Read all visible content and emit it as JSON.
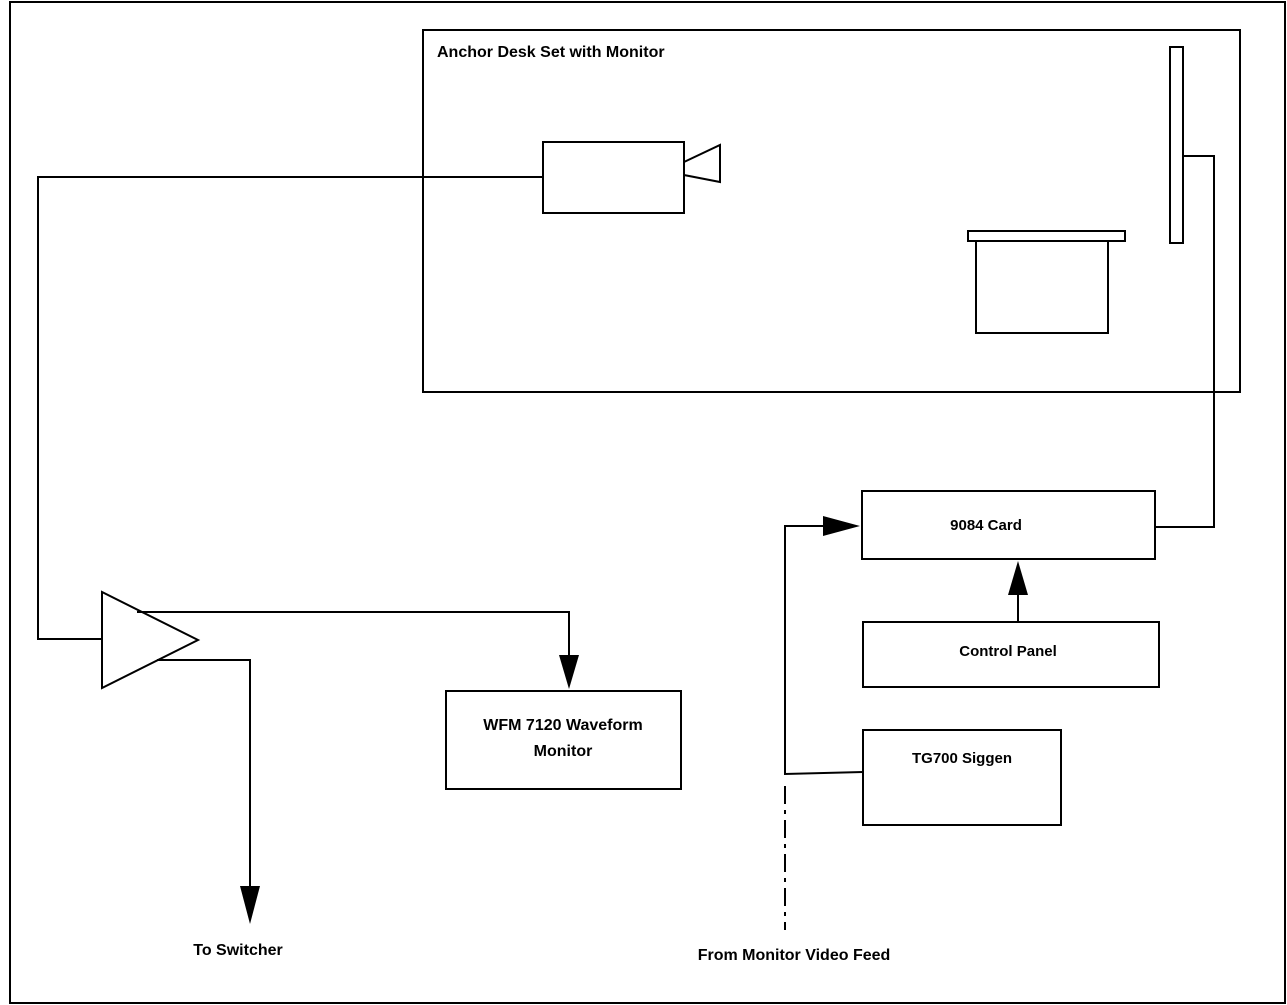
{
  "diagram": {
    "set_label": "Anchor Desk Set with Monitor",
    "card_label": "9084 Card",
    "control_panel_label": "Control Panel",
    "siggen_label": "TG700 Siggen",
    "waveform_label_line1": "WFM 7120 Waveform",
    "waveform_label_line2": "Monitor",
    "to_switcher_label": "To Switcher",
    "monitor_feed_label": "From Monitor Video Feed"
  },
  "colors": {
    "line": "#000000",
    "background": "#ffffff"
  },
  "icons": [
    "camera-icon",
    "monitor-icon",
    "desk-icon",
    "amplifier-icon"
  ]
}
